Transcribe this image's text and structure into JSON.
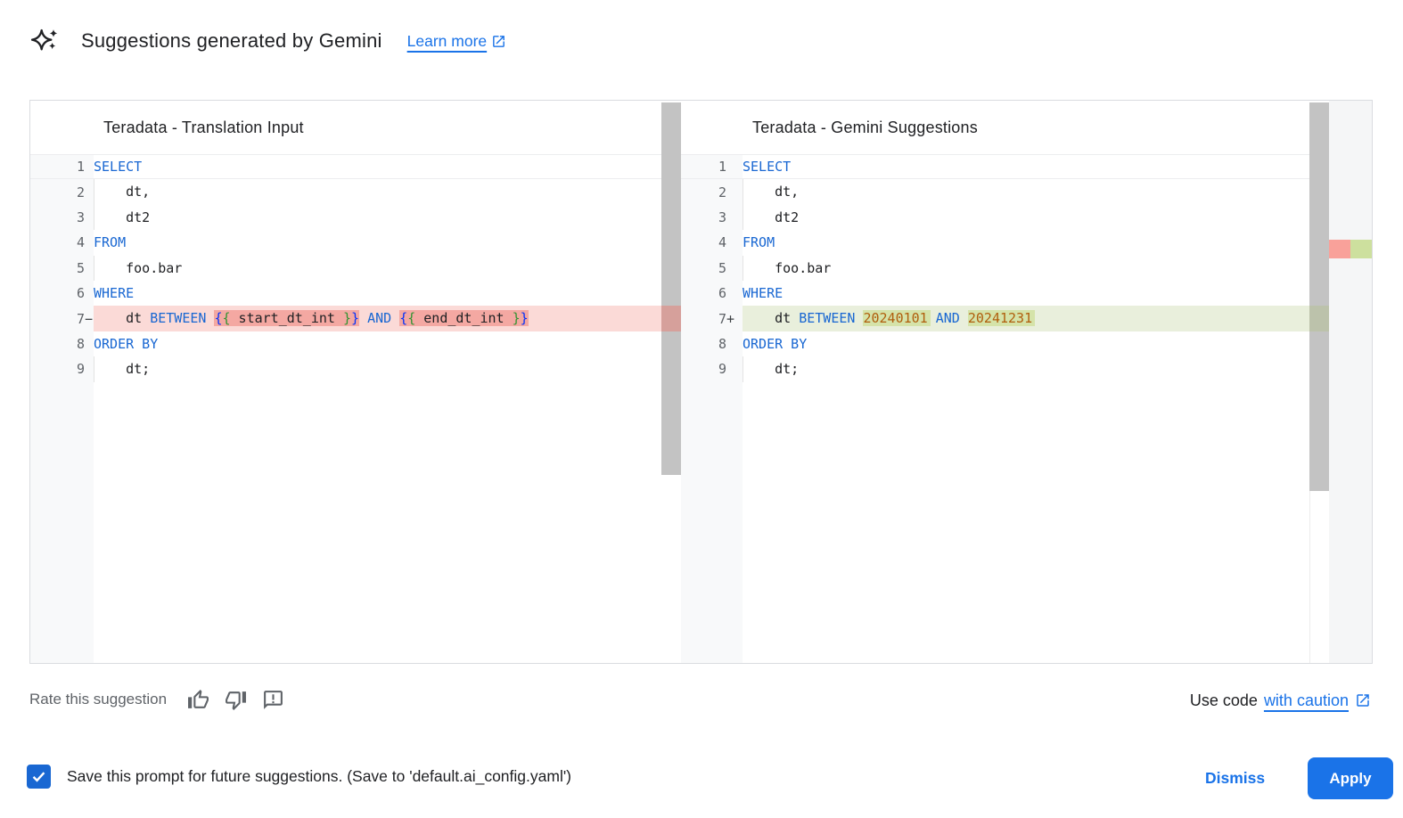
{
  "header": {
    "icon": "gemini-sparkle-icon",
    "title": "Suggestions generated by Gemini",
    "learn_more_label": "Learn more"
  },
  "panels": {
    "left": {
      "title": "Teradata - Translation Input",
      "lines": [
        {
          "num": "1",
          "mod": "",
          "state": "",
          "current": true,
          "segs": [
            {
              "t": "SELECT",
              "c": "kw"
            }
          ]
        },
        {
          "num": "2",
          "mod": "",
          "state": "",
          "indent": true,
          "segs": [
            {
              "t": "    dt,",
              "c": "pl"
            }
          ]
        },
        {
          "num": "3",
          "mod": "",
          "state": "",
          "indent": true,
          "segs": [
            {
              "t": "    dt2",
              "c": "pl"
            }
          ]
        },
        {
          "num": "4",
          "mod": "",
          "state": "",
          "segs": [
            {
              "t": "FROM",
              "c": "kw"
            }
          ]
        },
        {
          "num": "5",
          "mod": "",
          "state": "",
          "indent": true,
          "segs": [
            {
              "t": "    foo.bar",
              "c": "pl"
            }
          ]
        },
        {
          "num": "6",
          "mod": "",
          "state": "",
          "segs": [
            {
              "t": "WHERE",
              "c": "kw"
            }
          ]
        },
        {
          "num": "7",
          "mod": "−",
          "state": "removed",
          "segs": [
            {
              "t": "    dt ",
              "c": "pl"
            },
            {
              "t": "BETWEEN",
              "c": "kw"
            },
            {
              "t": " ",
              "c": "pl"
            },
            {
              "t": "{",
              "c": "b1",
              "hl": 1
            },
            {
              "t": "{",
              "c": "b2",
              "hl": 1
            },
            {
              "t": " start_dt_int ",
              "c": "pl",
              "hl": 1
            },
            {
              "t": "}",
              "c": "b2",
              "hl": 1
            },
            {
              "t": "}",
              "c": "b1",
              "hl": 1
            },
            {
              "t": " ",
              "c": "pl"
            },
            {
              "t": "AND",
              "c": "kw"
            },
            {
              "t": " ",
              "c": "pl"
            },
            {
              "t": "{",
              "c": "b1",
              "hl": 1
            },
            {
              "t": "{",
              "c": "b2",
              "hl": 1
            },
            {
              "t": " end_dt_int ",
              "c": "pl",
              "hl": 1
            },
            {
              "t": "}",
              "c": "b2",
              "hl": 1
            },
            {
              "t": "}",
              "c": "b1",
              "hl": 1
            }
          ]
        },
        {
          "num": "8",
          "mod": "",
          "state": "",
          "segs": [
            {
              "t": "ORDER BY",
              "c": "kw"
            }
          ]
        },
        {
          "num": "9",
          "mod": "",
          "state": "",
          "indent": true,
          "segs": [
            {
              "t": "    dt;",
              "c": "pl"
            }
          ]
        }
      ]
    },
    "right": {
      "title": "Teradata - Gemini Suggestions",
      "lines": [
        {
          "num": "1",
          "mod": "",
          "state": "",
          "current": true,
          "segs": [
            {
              "t": "SELECT",
              "c": "kw"
            }
          ]
        },
        {
          "num": "2",
          "mod": "",
          "state": "",
          "indent": true,
          "segs": [
            {
              "t": "    dt,",
              "c": "pl"
            }
          ]
        },
        {
          "num": "3",
          "mod": "",
          "state": "",
          "indent": true,
          "segs": [
            {
              "t": "    dt2",
              "c": "pl"
            }
          ]
        },
        {
          "num": "4",
          "mod": "",
          "state": "",
          "segs": [
            {
              "t": "FROM",
              "c": "kw"
            }
          ]
        },
        {
          "num": "5",
          "mod": "",
          "state": "",
          "indent": true,
          "segs": [
            {
              "t": "    foo.bar",
              "c": "pl"
            }
          ]
        },
        {
          "num": "6",
          "mod": "",
          "state": "",
          "segs": [
            {
              "t": "WHERE",
              "c": "kw"
            }
          ]
        },
        {
          "num": "7",
          "mod": "+",
          "state": "added",
          "segs": [
            {
              "t": "    dt ",
              "c": "pl"
            },
            {
              "t": "BETWEEN",
              "c": "kw"
            },
            {
              "t": " ",
              "c": "pl"
            },
            {
              "t": "20240101",
              "c": "num",
              "hl": 1
            },
            {
              "t": " ",
              "c": "pl"
            },
            {
              "t": "AND",
              "c": "kw"
            },
            {
              "t": " ",
              "c": "pl"
            },
            {
              "t": "20241231",
              "c": "num",
              "hl": 1
            }
          ]
        },
        {
          "num": "8",
          "mod": "",
          "state": "",
          "segs": [
            {
              "t": "ORDER BY",
              "c": "kw"
            }
          ]
        },
        {
          "num": "9",
          "mod": "",
          "state": "",
          "indent": true,
          "segs": [
            {
              "t": "    dt;",
              "c": "pl"
            }
          ]
        }
      ]
    }
  },
  "rating": {
    "label": "Rate this suggestion",
    "icons": [
      "thumb-up",
      "thumb-down",
      "feedback"
    ]
  },
  "caution": {
    "prefix": "Use code",
    "link_label": "with caution"
  },
  "footer": {
    "checkbox_checked": true,
    "save_label": "Save this prompt for future suggestions. (Save to 'default.ai_config.yaml')",
    "dismiss_label": "Dismiss",
    "apply_label": "Apply"
  },
  "colors": {
    "accent": "#1a73e8",
    "keyword": "#1967d2",
    "number": "#b05e0d",
    "bracket_outer": "#0431fa",
    "bracket_inner": "#319331",
    "removed_line": "#fbdad7",
    "removed_word": "#f4a8a2",
    "added_line": "#e9efdc",
    "added_word": "#d5e3a9"
  }
}
